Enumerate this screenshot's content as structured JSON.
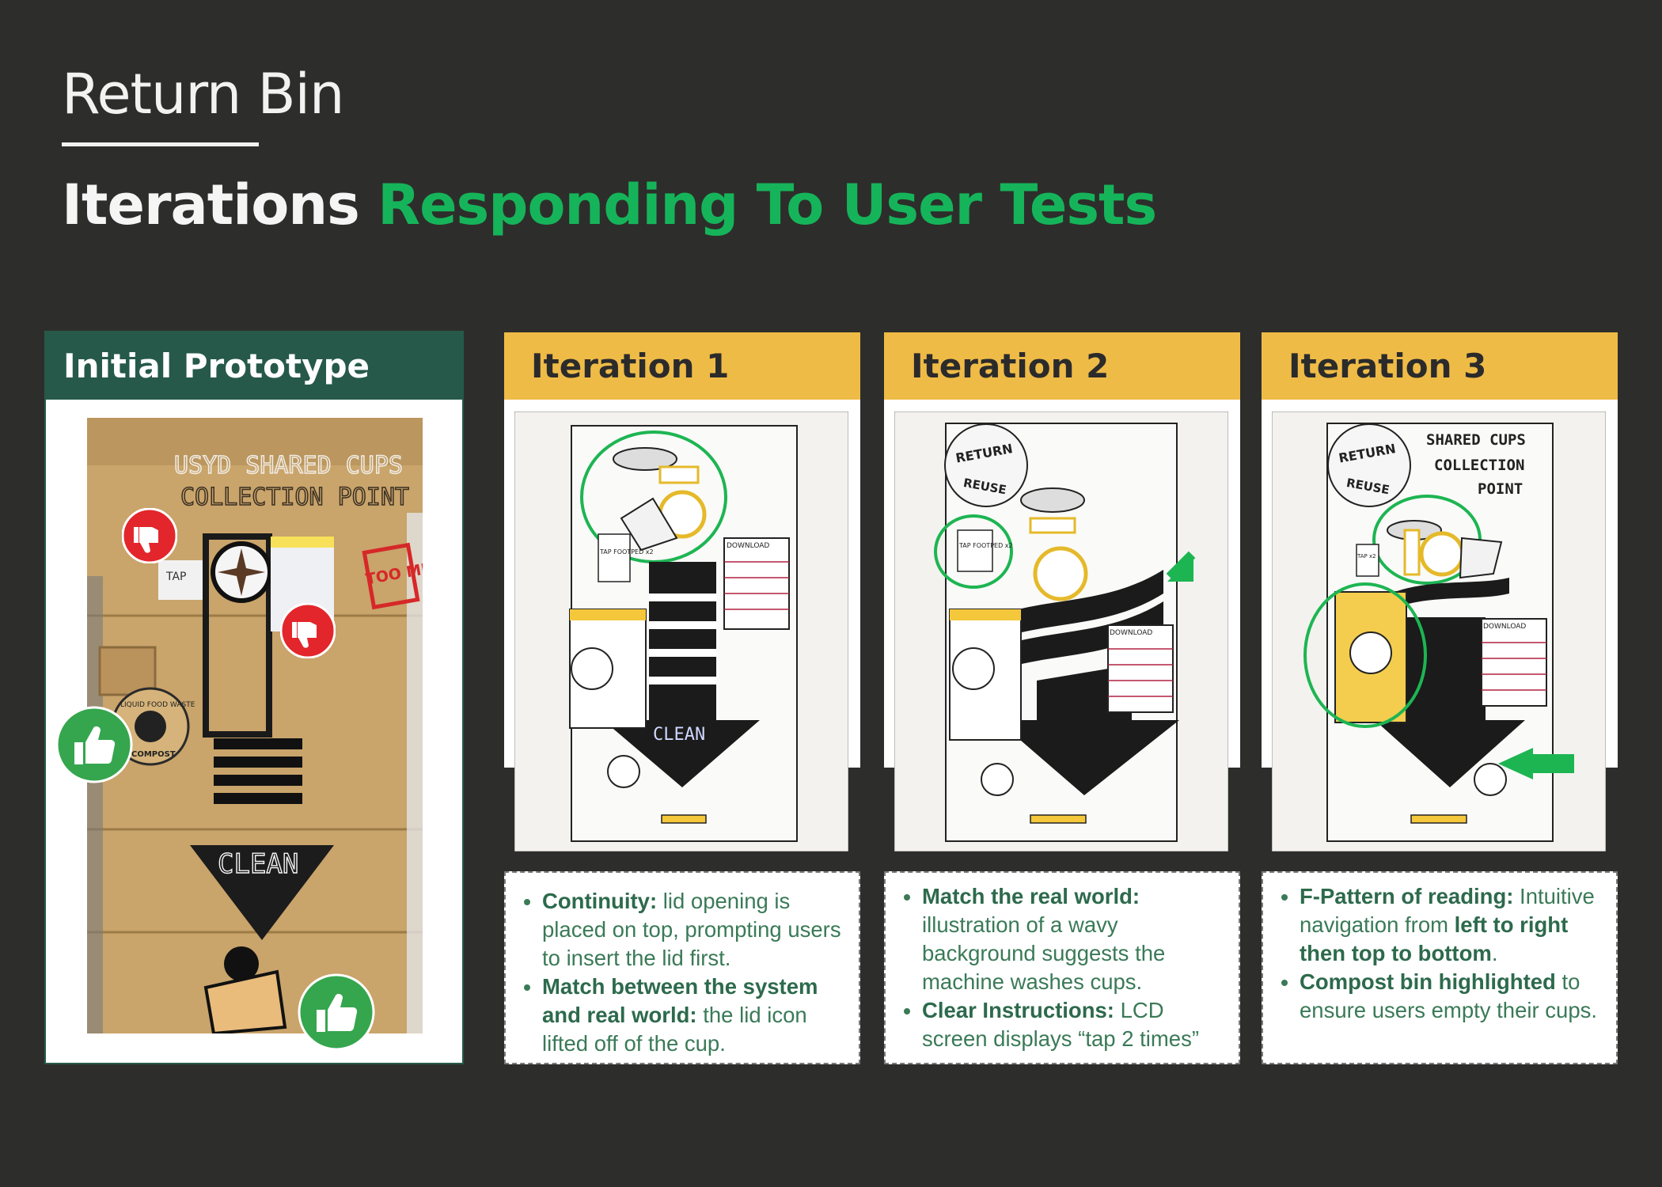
{
  "header": {
    "title": "Return Bin",
    "subtitle_white": "Iterations",
    "subtitle_green": "Responding To User Tests"
  },
  "colors": {
    "background": "#2d2e2b",
    "accent_green": "#16b45a",
    "dark_green_header": "#26594a",
    "yellow_header": "#efbb47"
  },
  "prototype": {
    "label": "Initial Prototype",
    "sign_line1": "USYD SHARED CUPS",
    "sign_line2": "COLLECTION POINT",
    "stamp": "TOO MUCH",
    "clean": "CLEAN",
    "tap_card": "TAP",
    "compost_line1": "LIQUID FOOD WASTE",
    "compost_line2": "COMPOST",
    "icons": [
      "thumbs-down-icon",
      "thumbs-down-icon",
      "thumbs-up-icon",
      "thumbs-up-icon"
    ]
  },
  "iterations": [
    {
      "label": "Iteration 1",
      "sketch_tap": "TAP FOOTPED x2",
      "sketch_download": "DOWNLOAD",
      "sketch_clean": "CLEAN",
      "notes": [
        {
          "bold": "Continuity:",
          "text": " lid opening is placed on top, prompting users to insert the lid first."
        },
        {
          "bold": "Match between the system and real world:",
          "text": " the lid icon lifted off of the cup."
        }
      ]
    },
    {
      "label": "Iteration 2",
      "sketch_return": "RETURN",
      "sketch_reuse": "REUSE",
      "sketch_tap": "TAP FOOTPED x2",
      "sketch_download": "DOWNLOAD",
      "notes": [
        {
          "bold": "Match the real world:",
          "text": " illustration of a wavy background suggests the machine washes cups."
        },
        {
          "bold": "Clear Instructions:",
          "text": " LCD screen displays “tap 2 times”"
        }
      ]
    },
    {
      "label": "Iteration 3",
      "sketch_return": "RETURN",
      "sketch_reuse": "REUSE",
      "sketch_sign1": "SHARED CUPS",
      "sketch_sign2": "COLLECTION",
      "sketch_sign3": "POINT",
      "sketch_tap": "TAP x2",
      "sketch_download": "DOWNLOAD",
      "notes": [
        {
          "bold": "F-Pattern of reading:",
          "text": " Intuitive navigation from ",
          "bold2": "left to right then top to bottom",
          "text2": "."
        },
        {
          "bold": "Compost bin highlighted",
          "text": " to ensure users empty their cups."
        }
      ]
    }
  ]
}
